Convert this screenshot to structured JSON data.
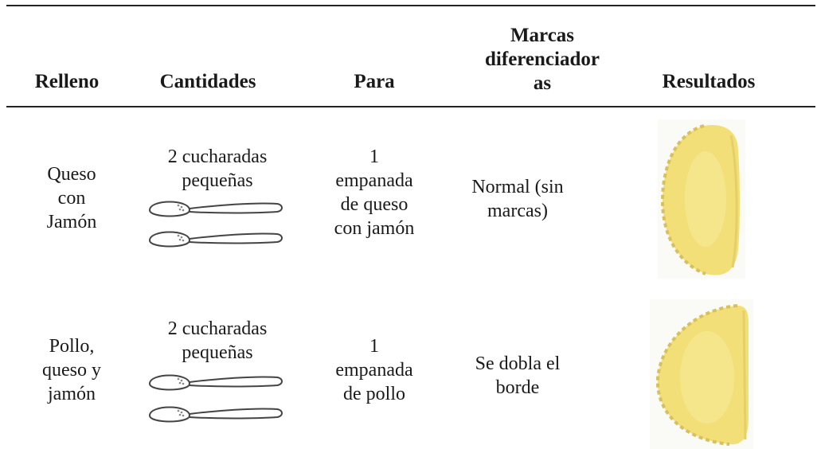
{
  "headers": {
    "relleno": "Relleno",
    "cantidades": "Cantidades",
    "para": "Para",
    "marcas": [
      "Marcas",
      "diferenciador",
      "as"
    ],
    "resultados": "Resultados"
  },
  "rows": [
    {
      "relleno": [
        "Queso",
        "con",
        "Jamón"
      ],
      "cantidades": [
        "2 cucharadas",
        "pequeñas"
      ],
      "spoon_icon": "teaspoon-icon",
      "spoon_count": 2,
      "para": [
        "1",
        "empanada",
        "de queso",
        "con jamón"
      ],
      "marcas": [
        "Normal (sin",
        "marcas)"
      ],
      "resultado": "empanada-photo"
    },
    {
      "relleno": [
        "Pollo,",
        "queso y",
        "jamón"
      ],
      "cantidades": [
        "2 cucharadas",
        "pequeñas"
      ],
      "spoon_icon": "teaspoon-icon",
      "spoon_count": 2,
      "para": [
        "1",
        "empanada",
        "de pollo"
      ],
      "marcas": [
        "Se dobla el",
        "borde"
      ],
      "resultado": "empanada-photo"
    }
  ],
  "colors": {
    "dough": "#f3e27e",
    "dough_shadow": "#d9c25a",
    "rule": "#222222"
  }
}
